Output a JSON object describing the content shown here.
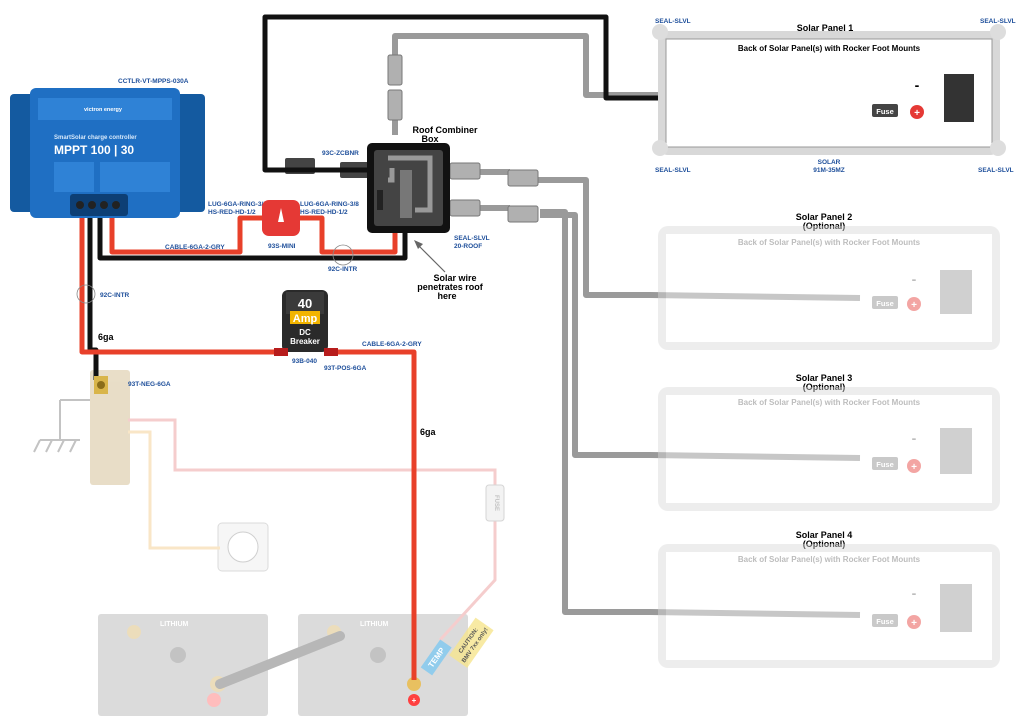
{
  "controller": {
    "part": "CCTLR-VT-MPPS-030A",
    "brand": "victron energy",
    "subtitle": "SmartSolar charge controller",
    "model": "MPPT 100 | 30"
  },
  "combiner": {
    "title_line1": "Roof Combiner",
    "title_line2": "Box",
    "connector_part": "93C-ZCBNR",
    "seal_part": "SEAL-SLVL",
    "roof_part": "20-ROOF"
  },
  "callout": {
    "line1": "Solar wire",
    "line2": "penetrates roof",
    "line3": "here"
  },
  "lugs": {
    "left_line1": "LUG-6GA-RING-3/8",
    "left_line2": "HS-RED-HD-1/2",
    "right_line1": "LUG-6GA-RING-3/8",
    "right_line2": "HS-RED-HD-1/2",
    "fuse_part": "93S-MINI"
  },
  "cables": {
    "cable_upper": "CABLE-6GA-2-GRY",
    "cable_lower": "CABLE-6GA-2-GRY",
    "intr_upper": "92C-INTR",
    "intr_left": "92C-INTR",
    "gauge_left": "6ga",
    "gauge_right": "6ga"
  },
  "breaker": {
    "amps": "40",
    "unit": "Amp",
    "line1": "DC",
    "line2": "Breaker",
    "part": "93B-040",
    "terminal_part": "93T-POS-6GA"
  },
  "negative_terminal": "93T-NEG-6GA",
  "battery": {
    "brand": "LITHIUM",
    "temp_label": "TEMP",
    "caution_line1": "CAUTION:",
    "caution_line2": "BMV 7xx only!",
    "fuse_label": "FUSE"
  },
  "panel_common": {
    "header": "Back of Solar Panel(s) with Rocker Foot Mounts",
    "minus": "-",
    "plus": "+",
    "fuse": "Fuse"
  },
  "panel1": {
    "title": "Solar Panel 1",
    "seal_tl": "SEAL-SLVL",
    "seal_tr": "SEAL-SLVL",
    "seal_bl": "SEAL-SLVL",
    "seal_br": "SEAL-SLVL",
    "part_line1": "SOLAR",
    "part_line2": "91M-35MZ"
  },
  "panel2": {
    "title": "Solar Panel 2",
    "optional": "(Optional)"
  },
  "panel3": {
    "title": "Solar Panel 3",
    "optional": "(Optional)"
  },
  "panel4": {
    "title": "Solar Panel 4",
    "optional": "(Optional)"
  },
  "colors": {
    "wire_black": "#111111",
    "wire_red": "#e03030",
    "wire_gray": "#9a9a9a",
    "controller_blue": "#1f6fc3",
    "label_blue": "#1d4e9a"
  }
}
